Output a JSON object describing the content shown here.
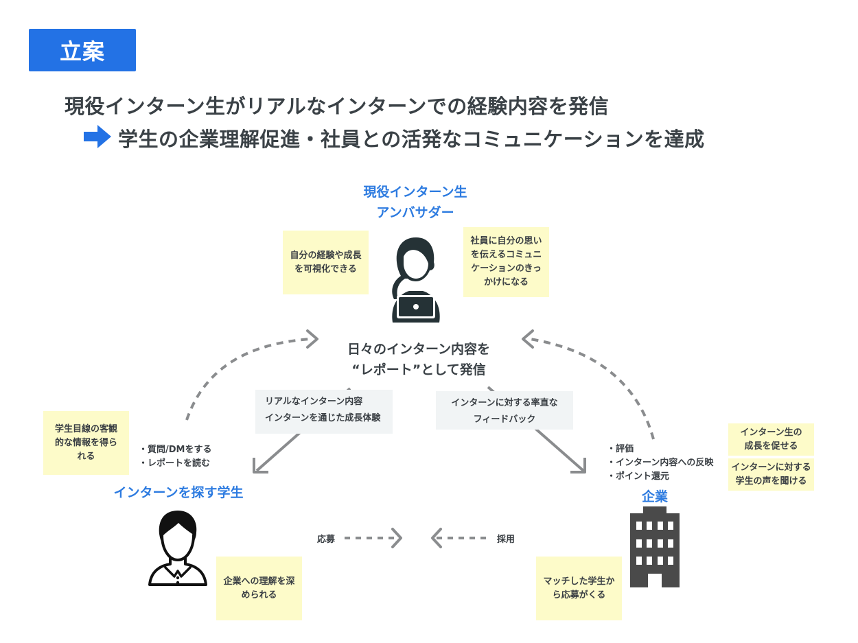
{
  "badge": {
    "label": "立案",
    "color": "#2372e5"
  },
  "headline": {
    "line1": "現役インターン生がリアルなインターンでの経験内容を発信",
    "line2": "学生の企業理解促進・社員との活発なコミュニケーションを達成",
    "arrow_icon": "arrow-right-icon"
  },
  "ambassador": {
    "title_line1": "現役インターン生",
    "title_line2": "アンバサダー",
    "icon": "woman-laptop-icon",
    "note_left": "自分の経験や成長を可視化できる",
    "note_right": "社員に自分の思いを伝えるコミュニケーションのきっかけになる"
  },
  "center": {
    "line1": "日々のインターン内容を",
    "line2": "“レポート”として発信"
  },
  "flow_left": {
    "line1": "リアルなインターン内容",
    "line2": "インターンを通じた成長体験"
  },
  "flow_right": {
    "line1": "インターンに対する率直な",
    "line2": "フィードバック"
  },
  "student": {
    "title": "インターンを探す学生",
    "icon": "student-icon",
    "note_left": "学生目線の客観的な情報を得られる",
    "note_bottom": "企業への理解を深められる",
    "actions": [
      "・質問/DMをする",
      "・レポートを読む"
    ]
  },
  "company": {
    "title": "企業",
    "icon": "building-icon",
    "actions": [
      "・評価",
      "・インターン内容への反映",
      "・ポイント還元"
    ],
    "note_top": "インターン生の成長を促せる",
    "note_middle": "インターンに対する学生の声を聞ける",
    "note_bottom": "マッチした学生から応募がくる"
  },
  "bottom_flow": {
    "apply": "応募",
    "hire": "採用"
  },
  "colors": {
    "accent": "#2d7be0",
    "note_yellow": "#fdfbc9",
    "note_gray": "#f1f4f5",
    "arrow_gray": "#8a8c8e",
    "icon_dark": "#253236"
  }
}
